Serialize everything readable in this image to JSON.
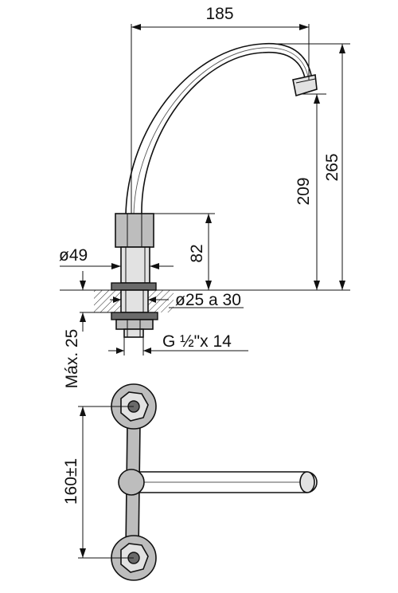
{
  "drawing": {
    "type": "technical-drawing",
    "subject": "faucet",
    "views": [
      "side-elevation",
      "top-plan"
    ]
  },
  "dimensions": {
    "spout_reach": "185",
    "total_height": "265",
    "spout_height": "209",
    "body_height": "82",
    "body_diameter": "ø49",
    "hole_diameter": "ø25 a 30",
    "thread": "G ½\"x 14",
    "max_thickness": "Máx. 25",
    "handle_spacing": "160±1"
  }
}
